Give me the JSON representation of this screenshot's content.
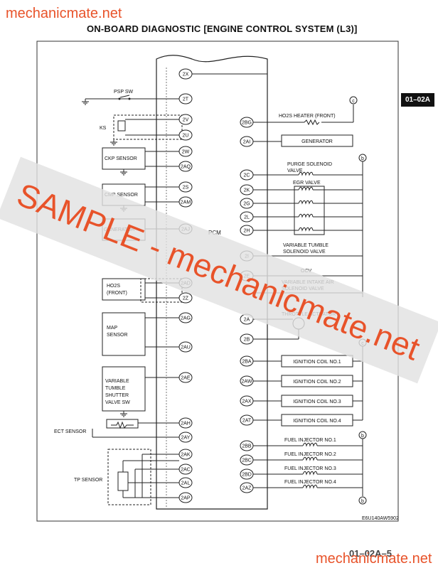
{
  "header": {
    "watermark_top": "mechanicmate.net",
    "title": "ON-BOARD DIAGNOSTIC [ENGINE CONTROL SYSTEM (L3)]",
    "section_tab": "01–02A"
  },
  "footer": {
    "page_number": "01–02A–5",
    "watermark_bottom": "mechanicmate.net",
    "figure_code": "E6U140AW5902"
  },
  "sample_banner": "SAMPLE - mechanicmate.net",
  "diagram": {
    "pcm_label": "PCM",
    "left_terminals": [
      "2X",
      "2T",
      "2V",
      "2U",
      "2W",
      "2AQ",
      "2S",
      "2AM",
      "2AJ",
      "2AD",
      "2Z",
      "2AG",
      "2AU",
      "2AE",
      "2AH",
      "2AY",
      "2AK",
      "2AC",
      "2AL",
      "2AP"
    ],
    "right_terminals": [
      "2BG",
      "2AI",
      "2C",
      "2K",
      "2G",
      "2L",
      "2H",
      "2I",
      "2E",
      "2A",
      "2B",
      "2BA",
      "2AW",
      "2AX",
      "2AT",
      "2BB",
      "2BC",
      "2BD",
      "2AZ"
    ],
    "left_components": {
      "psp_sw": "PSP SW",
      "ks": "KS",
      "ckp": "CKP SENSOR",
      "cmp": "CMP SENSOR",
      "generator": "GENERATOR",
      "ho2s": [
        "HO2S",
        "(FRONT)"
      ],
      "map": [
        "MAP",
        "SENSOR"
      ],
      "vts": [
        "VARIABLE",
        "TUMBLE",
        "SHUTTER",
        "VALVE SW"
      ],
      "ect": "ECT SENSOR",
      "tp": "TP SENSOR"
    },
    "right_components": {
      "ho2s_heater": "HO2S HEATER (FRONT)",
      "generator": "GENERATOR",
      "purge": [
        "PURGE SOLENOID",
        "VALVE"
      ],
      "egr": "EGR VALVE",
      "vtsv": [
        "VARIABLE TUMBLE",
        "SOLENOID VALVE"
      ],
      "ocv": "OCV",
      "viasv": [
        "VARIABLE INTAKE AIR",
        "SOLENOID VALVE"
      ],
      "throttle": "THROTTLE ACTUATOR",
      "ign": [
        "IGNITION COIL NO.1",
        "IGNITION COIL NO.2",
        "IGNITION COIL NO.3",
        "IGNITION COIL NO.4"
      ],
      "inj": [
        "FUEL INJECTOR NO.1",
        "FUEL INJECTOR NO.2",
        "FUEL INJECTOR NO.3",
        "FUEL INJECTOR NO.4"
      ],
      "conn_c": "c",
      "conn_b": "b"
    }
  }
}
